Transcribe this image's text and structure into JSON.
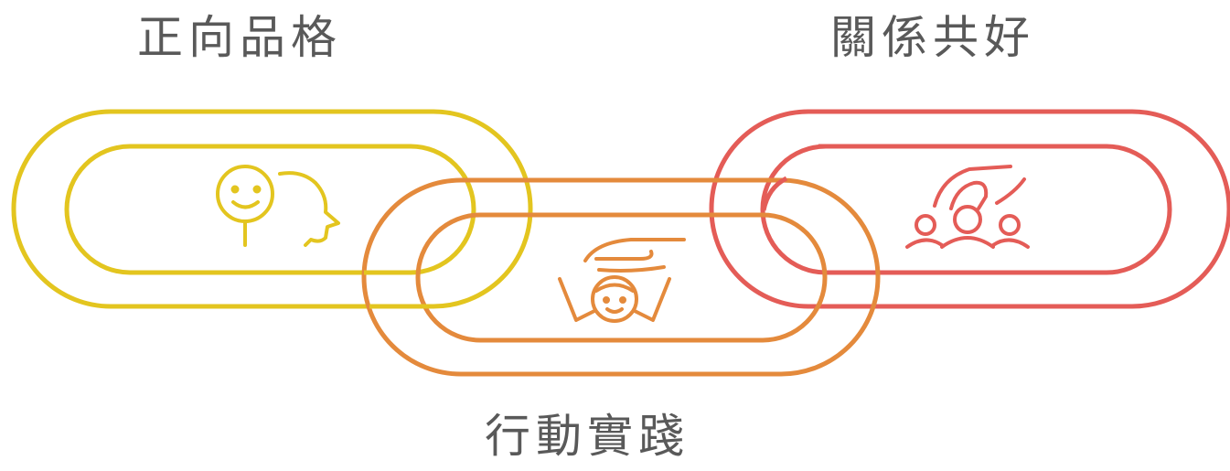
{
  "labels": {
    "positive_character": "正向品格",
    "relationship_harmony": "關係共好",
    "action_practice": "行動實踐"
  },
  "links": [
    {
      "id": "positive-character",
      "color": "#e3c51f",
      "icon": "smiling-head-profile-icon"
    },
    {
      "id": "action-practice",
      "color": "#e48a3c",
      "icon": "hand-over-child-icon"
    },
    {
      "id": "relationship-harmony",
      "color": "#e45c57",
      "icon": "hand-over-group-icon"
    }
  ]
}
